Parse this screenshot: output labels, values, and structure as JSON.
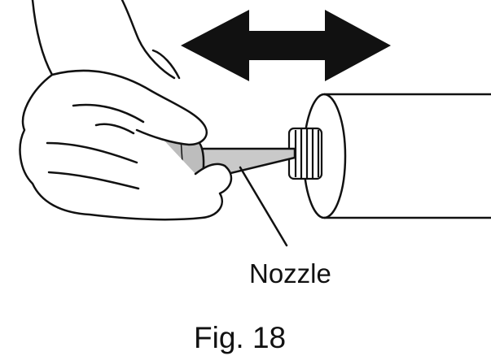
{
  "figure": {
    "callout_label": "Nozzle",
    "caption": "Fig. 18",
    "arrow": "double-headed-horizontal-arrow",
    "ink_color": "#111111",
    "nozzle_fill": "#c9c9c9",
    "background": "#ffffff"
  }
}
